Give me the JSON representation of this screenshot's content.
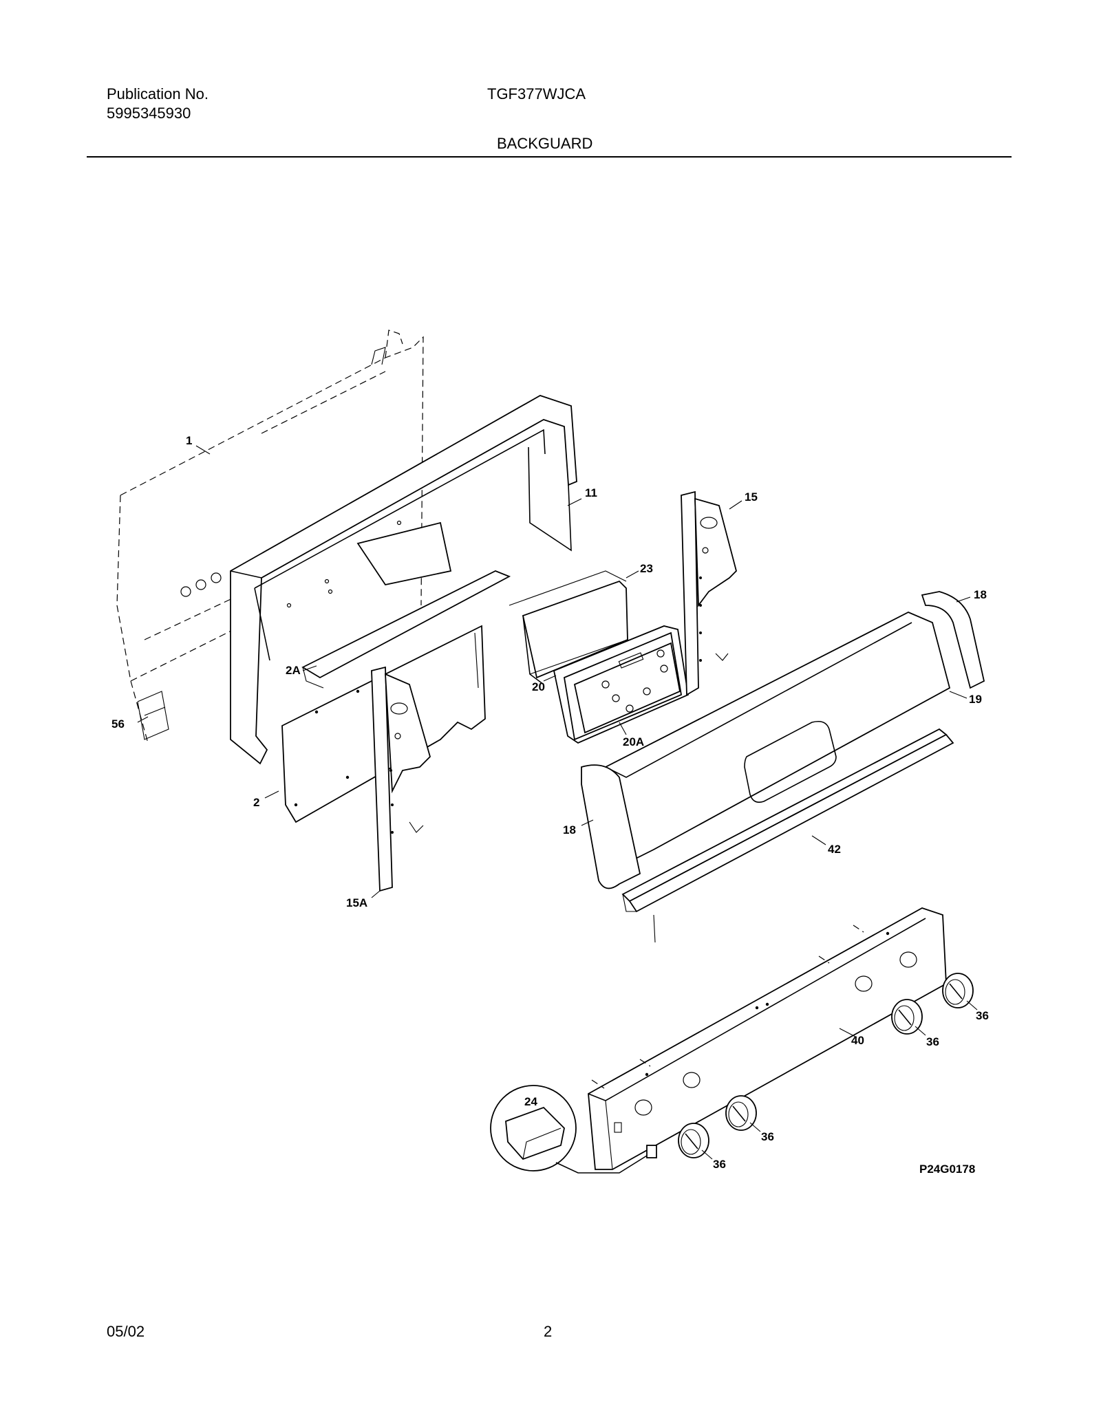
{
  "header": {
    "publication_label": "Publication No.",
    "publication_number": "5995345930",
    "model": "TGF377WJCA",
    "section_title": "BACKGUARD"
  },
  "footer": {
    "date": "05/02",
    "page_number": "2"
  },
  "diagram": {
    "figure_code": "P24G0178",
    "callouts": {
      "c1": "1",
      "c2": "2",
      "c2a": "2A",
      "c11": "11",
      "c15": "15",
      "c15a": "15A",
      "c18_top": "18",
      "c18_left": "18",
      "c19": "19",
      "c20": "20",
      "c20a": "20A",
      "c23": "23",
      "c24": "24",
      "c36_a": "36",
      "c36_b": "36",
      "c36_c": "36",
      "c36_d": "36",
      "c40": "40",
      "c42": "42",
      "c56": "56"
    }
  }
}
